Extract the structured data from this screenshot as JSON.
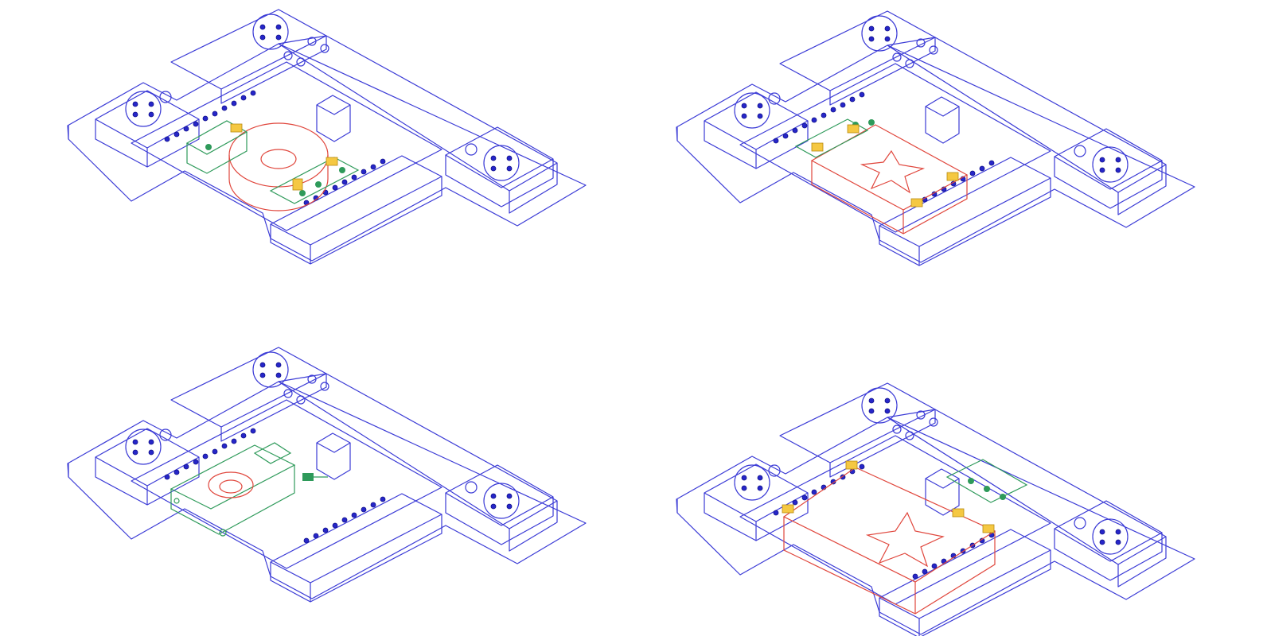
{
  "figure": {
    "panels": [
      {
        "id": "top-left",
        "workpiece": "ring"
      },
      {
        "id": "top-right",
        "workpiece": "star-plate"
      },
      {
        "id": "bottom-left",
        "workpiece": "vise-with-ring"
      },
      {
        "id": "bottom-right",
        "workpiece": "large-star-plate"
      }
    ],
    "colors": {
      "fixture": "#3b3bd6",
      "workpiece": "#e0463c",
      "clamp_block": "#2e9a5a",
      "clamp_jaw": "#f5c842"
    }
  }
}
